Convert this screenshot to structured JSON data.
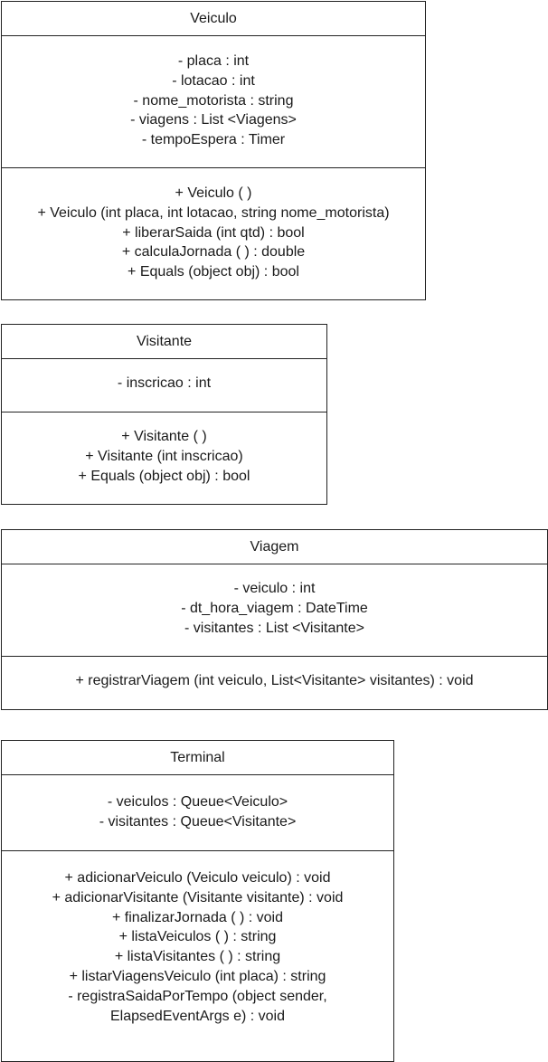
{
  "classes": {
    "veiculo": {
      "name": "Veiculo",
      "attributes": [
        "- placa : int",
        "- lotacao : int",
        "- nome_motorista : string",
        "- viagens : List <Viagens>",
        "- tempoEspera : Timer"
      ],
      "operations": [
        "+ Veiculo ( )",
        "+ Veiculo (int placa, int lotacao, string nome_motorista)",
        "+ liberarSaida (int qtd) : bool",
        "+ calculaJornada ( ) : double",
        "+ Equals (object obj) : bool"
      ]
    },
    "visitante": {
      "name": "Visitante",
      "attributes": [
        "- inscricao : int"
      ],
      "operations": [
        "+ Visitante ( )",
        "+ Visitante (int inscricao)",
        "+ Equals (object obj) : bool"
      ]
    },
    "viagem": {
      "name": "Viagem",
      "attributes": [
        "- veiculo : int",
        "- dt_hora_viagem : DateTime",
        "- visitantes : List <Visitante>"
      ],
      "operations": [
        "+ registrarViagem (int veiculo, List<Visitante> visitantes) : void"
      ]
    },
    "terminal": {
      "name": "Terminal",
      "attributes": [
        "- veiculos : Queue<Veiculo>",
        "- visitantes : Queue<Visitante>"
      ],
      "operations": [
        "+ adicionarVeiculo (Veiculo veiculo) : void",
        "+ adicionarVisitante (Visitante visitante) : void",
        "+ finalizarJornada ( ) : void",
        "+ listaVeiculos ( ) : string",
        "+ listaVisitantes ( ) : string",
        "+ listarViagensVeiculo (int placa) : string",
        "- registraSaidaPorTempo (object sender,",
        "ElapsedEventArgs e) : void"
      ]
    }
  }
}
